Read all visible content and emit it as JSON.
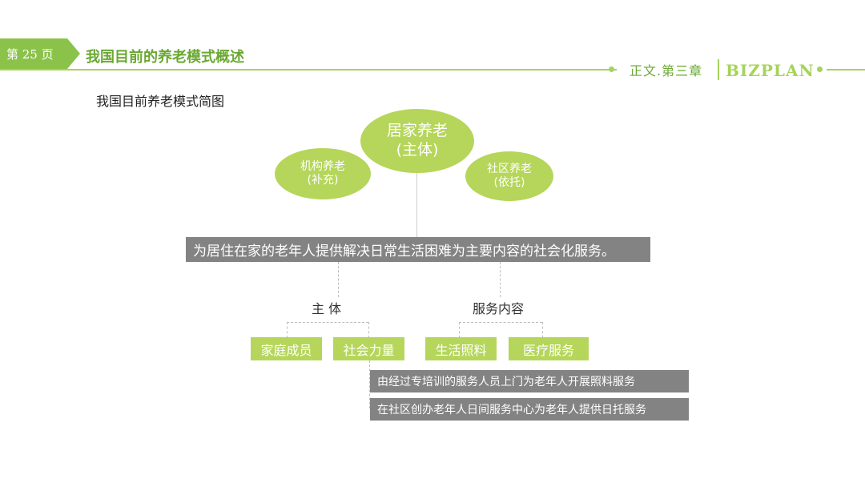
{
  "header": {
    "page_label": "第 25 页",
    "title": "我国目前的养老模式概述",
    "chapter": "正文.第三章",
    "brand": "BIZPLAN"
  },
  "subtitle": "我国目前养老模式简图",
  "diagram": {
    "center": {
      "line1": "居家养老",
      "line2": "(主体)"
    },
    "left": {
      "line1": "机构养老",
      "line2": "(补充)"
    },
    "right": {
      "line1": "社区养老",
      "line2": "(依托)"
    },
    "definition": "为居住在家的老年人提供解决日常生活困难为主要内容的社会化服务。",
    "subject_label": "主 体",
    "service_label": "服务内容",
    "subjects": [
      "家庭成员",
      "社会力量"
    ],
    "services": [
      "生活照料",
      "医疗服务"
    ],
    "details": [
      "由经过专培训的服务人员上门为老年人开展照料服务",
      "在社区创办老年人日间服务中心为老年人提供日托服务"
    ]
  },
  "colors": {
    "accent": "#8bc34a",
    "ellipse": "#b5d65a",
    "bar": "#838383"
  }
}
